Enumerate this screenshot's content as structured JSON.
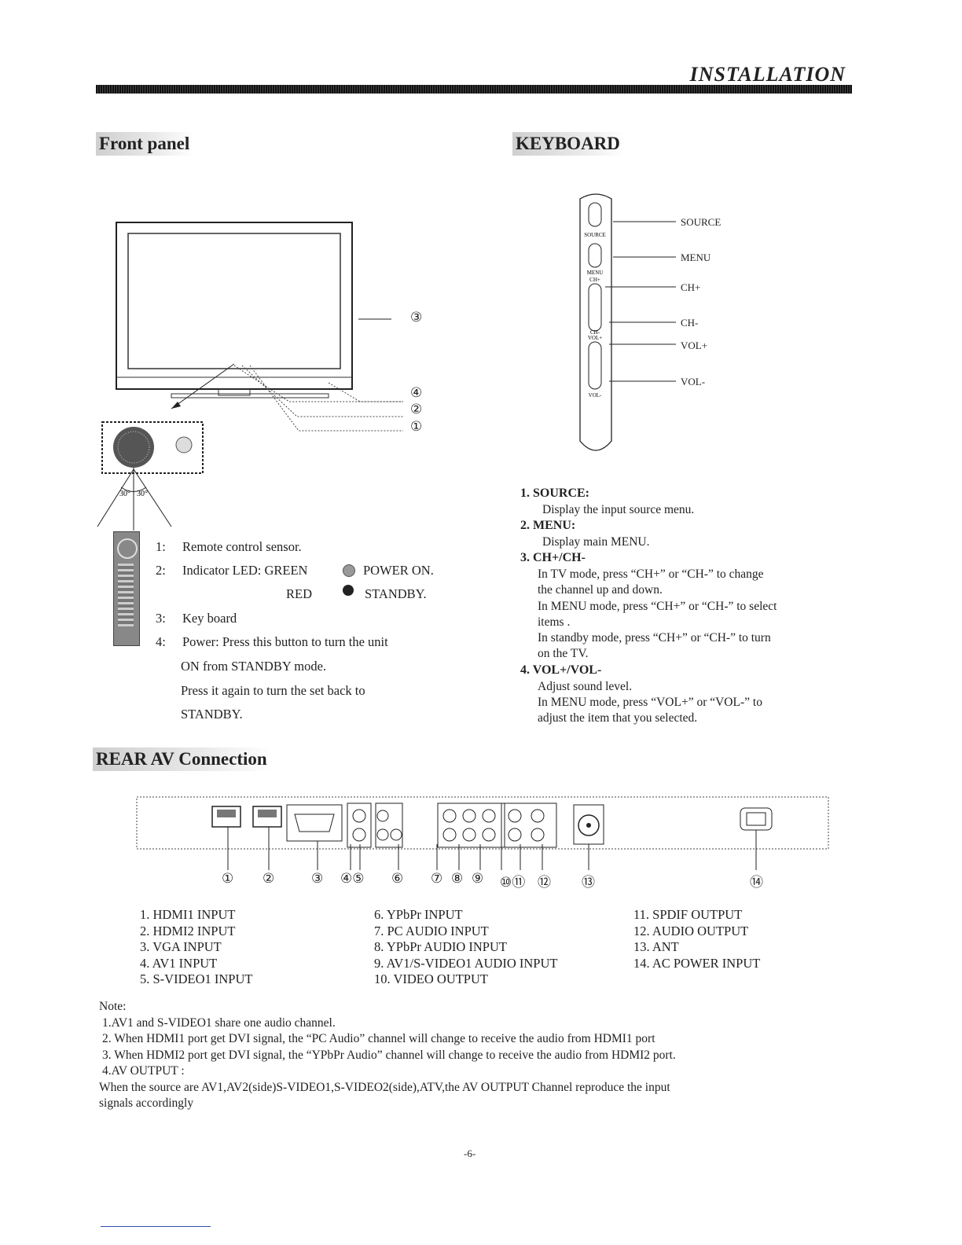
{
  "header": {
    "title": "INSTALLATION"
  },
  "front_panel": {
    "title": "Front panel",
    "callouts": [
      "③",
      "④",
      "②",
      "①"
    ],
    "angles": [
      "30°",
      "30°"
    ],
    "items": [
      {
        "num": "1:",
        "text": "Remote control sensor."
      },
      {
        "num": "2:",
        "text": "Indicator LED: GREEN",
        "state": "POWER ON."
      },
      {
        "num": "",
        "text": "RED",
        "state": "STANDBY."
      },
      {
        "num": "3:",
        "text": "Key board"
      },
      {
        "num": "4:",
        "text": "Power: Press this button to turn the unit"
      },
      {
        "num": "",
        "text": "ON from STANDBY mode."
      },
      {
        "num": "",
        "text": "Press it again to turn the set back to"
      },
      {
        "num": "",
        "text": "STANDBY."
      }
    ]
  },
  "keyboard": {
    "title": "KEYBOARD",
    "labels": [
      "SOURCE",
      "MENU",
      "CH+",
      "CH-",
      "VOL+",
      "VOL-"
    ],
    "side_labels": [
      "SOURCE",
      "MENU",
      "CH+",
      "CH-",
      "VOL+",
      "VOL-"
    ],
    "items": [
      {
        "head": "1. SOURCE:",
        "lines": [
          "Display the input source menu."
        ]
      },
      {
        "head": "2. MENU:",
        "lines": [
          "Display main MENU."
        ]
      },
      {
        "head": "3. CH+/CH-",
        "lines": [
          "In TV mode, press “CH+” or “CH-” to change",
          "the channel up and down.",
          "In MENU mode, press “CH+” or “CH-” to select",
          "items .",
          "In standby mode, press “CH+” or “CH-” to turn",
          "on the TV."
        ]
      },
      {
        "head": "4. VOL+/VOL-",
        "lines": [
          "Adjust sound level.",
          "In MENU mode, press “VOL+” or “VOL-” to",
          "adjust the item that you selected."
        ]
      }
    ]
  },
  "rear": {
    "title": "REAR AV Connection",
    "callouts": [
      "①",
      "②",
      "③",
      "④⑤",
      "⑥",
      "⑦",
      "⑧",
      "⑨",
      "⑩⑪",
      "⑫",
      "⑬",
      "⑭"
    ],
    "col1": [
      "1. HDMI1 INPUT",
      "2. HDMI2 INPUT",
      "3. VGA INPUT",
      "4.  AV1 INPUT",
      "5. S-VIDEO1 INPUT"
    ],
    "col2": [
      "6. YPbPr INPUT",
      "7. PC AUDIO INPUT",
      "8. YPbPr AUDIO INPUT",
      "9. AV1/S-VIDEO1 AUDIO INPUT",
      "10. VIDEO OUTPUT"
    ],
    "col3": [
      "11. SPDIF OUTPUT",
      "12. AUDIO OUTPUT",
      "13. ANT",
      "14. AC POWER INPUT"
    ]
  },
  "notes": {
    "heading": "Note:",
    "lines": [
      "1.AV1 and S-VIDEO1 share one audio channel.",
      "2. When HDMI1 port get DVI signal, the “PC Audio” channel will change to receive the audio from HDMI1 port",
      "3. When HDMI2 port get DVI signal, the “YPbPr Audio” channel will change to receive the audio from HDMI2 port.",
      "4.AV OUTPUT :",
      "When the source are AV1,AV2(side)S-VIDEO1,S-VIDEO2(side),ATV,the AV OUTPUT Channel reproduce the input",
      "signals accordingly"
    ]
  },
  "page_number": "-6-"
}
